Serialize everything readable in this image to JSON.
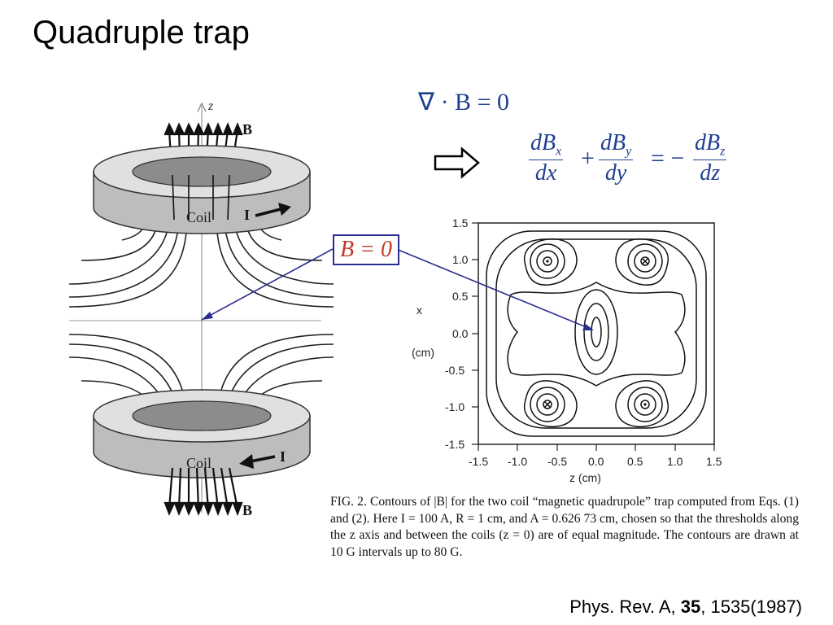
{
  "slide": {
    "title": "Quadruple trap"
  },
  "equations": {
    "divergence": "∇ · B = 0",
    "dBx": "dB",
    "dBx_sub": "x",
    "dx": "dx",
    "dBy": "dB",
    "dBy_sub": "y",
    "dy": "dy",
    "dBz": "dB",
    "dBz_sub": "z",
    "dz": "dz",
    "plus": "+",
    "equals_minus": "= −"
  },
  "annotation": {
    "b_zero": "B = 0"
  },
  "coil_diagram": {
    "axis_label": "z",
    "field_label_top": "B",
    "field_label_bottom": "B",
    "coil_top_label": "Coil",
    "coil_bottom_label": "Coil",
    "current_top": "I",
    "current_bottom": "I"
  },
  "contour_plot": {
    "x_axis_label": "z  (cm)",
    "y_axis_label": "x",
    "y_unit": "(cm)",
    "x_ticks": [
      "-1.5",
      "-1.0",
      "-0.5",
      "0.0",
      "0.5",
      "1.0",
      "1.5"
    ],
    "y_ticks": [
      "1.5",
      "1.0",
      "0.5",
      "0.0",
      "-0.5",
      "-1.0",
      "-1.5"
    ]
  },
  "caption": {
    "label": "FIG. 2.",
    "text": "Contours of |B| for the two coil “magnetic quadrupole” trap computed from Eqs. (1) and (2). Here I = 100 A, R = 1 cm, and A = 0.626 73 cm, chosen so that the thresholds along the z axis and between the coils (z = 0) are of equal magnitude. The contours are drawn at 10 G intervals up to 80 G."
  },
  "reference": {
    "journal": "Phys. Rev. A, ",
    "volume": "35",
    "pages": ", 1535(1987)"
  }
}
